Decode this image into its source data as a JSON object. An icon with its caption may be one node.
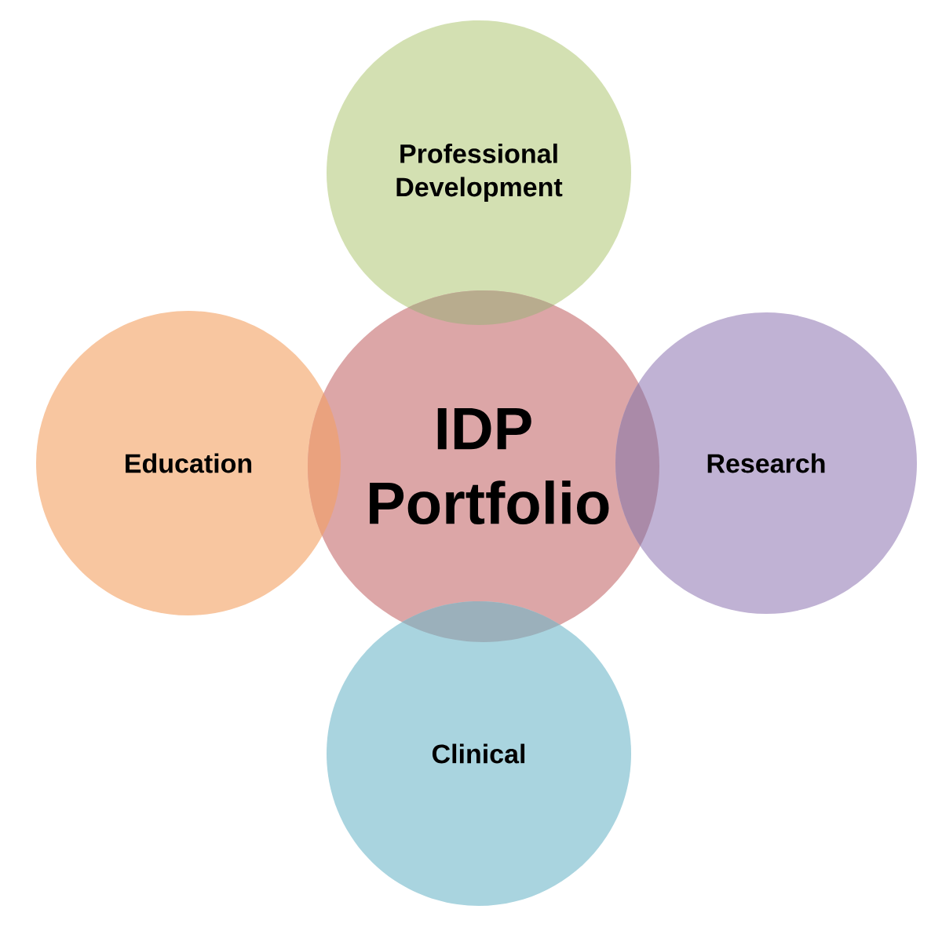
{
  "diagram": {
    "nodes": [
      {
        "text": [
          "Professional Development"
        ]
      },
      {
        "text": [
          "Education"
        ]
      },
      {
        "text": [
          "IDP Portfolio"
        ]
      },
      {
        "text": [
          "Research"
        ]
      },
      {
        "text": [
          "Clinical"
        ]
      }
    ]
  }
}
